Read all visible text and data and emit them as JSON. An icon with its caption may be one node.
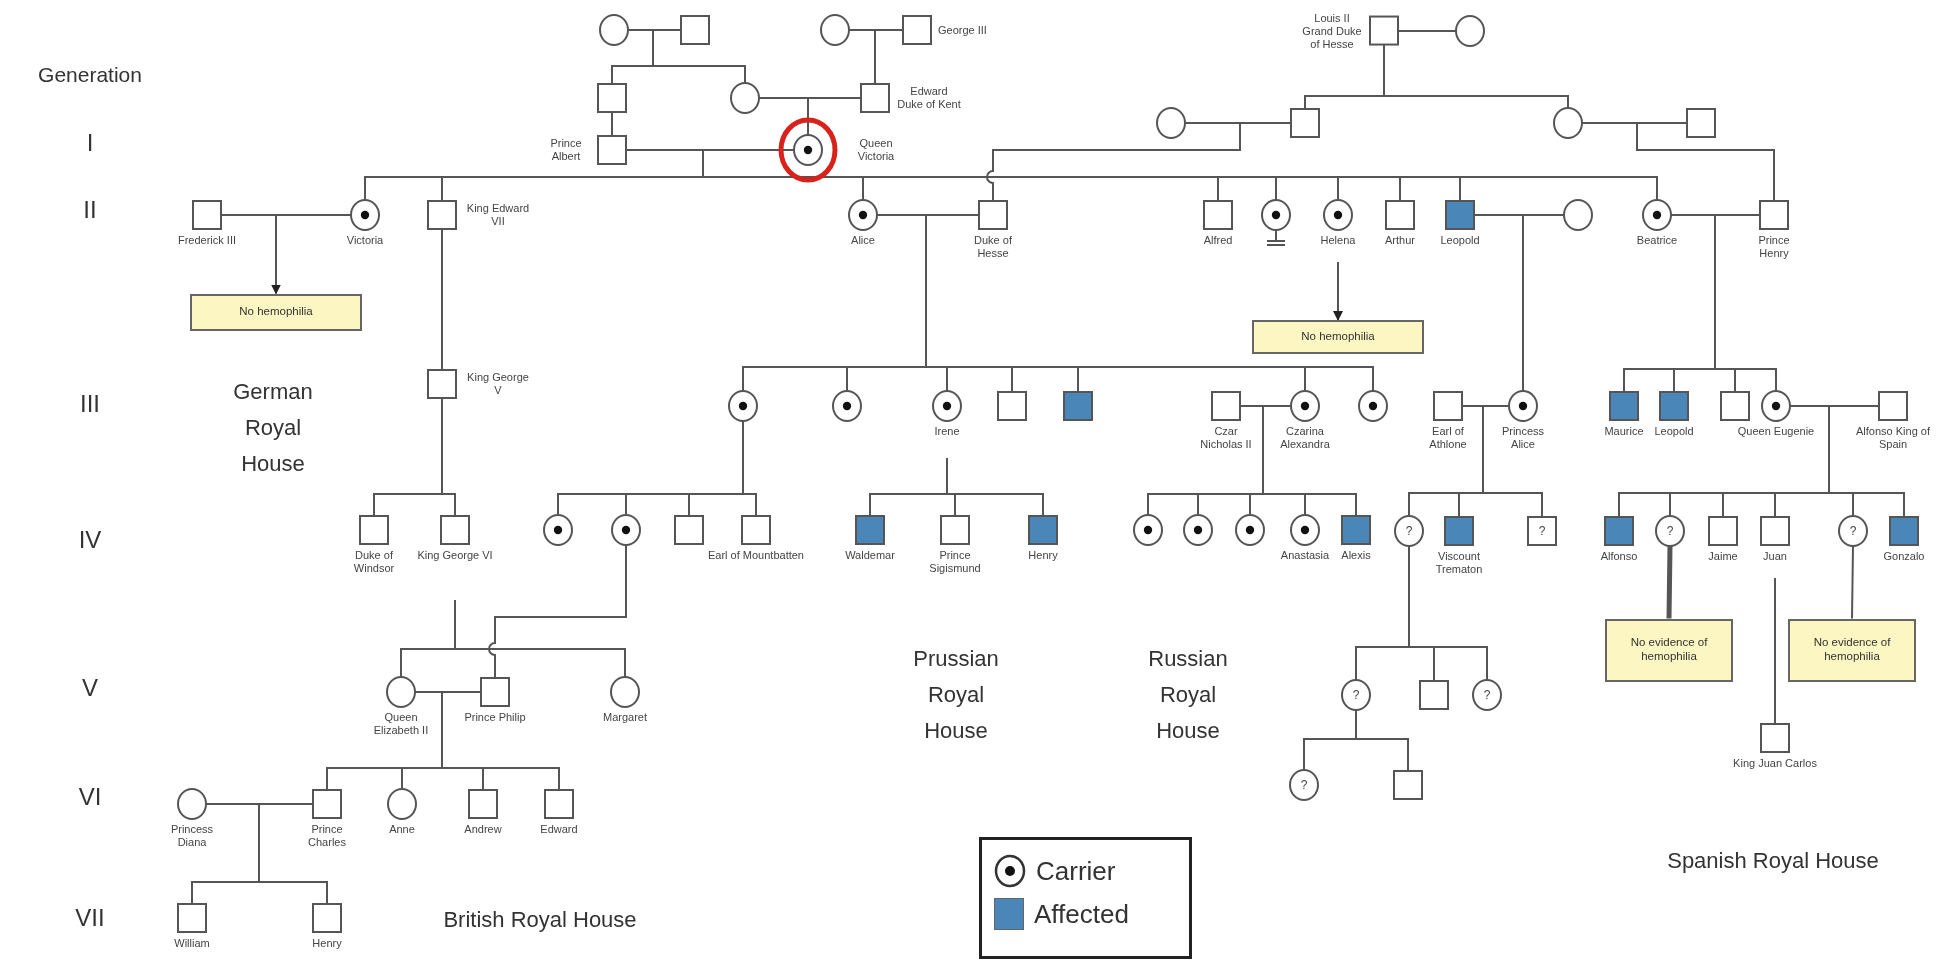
{
  "diagram": {
    "nodes": [
      {
        "text": [],
        "shape": "circle"
      },
      {
        "text": [],
        "shape": "box"
      },
      {
        "text": [],
        "shape": "circle"
      },
      {
        "text": [],
        "shape": "box",
        "beside": [
          "George III"
        ]
      },
      {
        "text": [],
        "shape": "box",
        "beside": [
          "Louis II Grand Duke of Hesse"
        ]
      },
      {
        "text": [],
        "shape": "circle"
      },
      {
        "text": [],
        "shape": "box"
      },
      {
        "text": [],
        "shape": "circle"
      },
      {
        "text": [],
        "shape": "box",
        "beside": [
          "Edward Duke of Kent"
        ]
      },
      {
        "text": [],
        "shape": "circle"
      },
      {
        "text": [],
        "shape": "box"
      },
      {
        "text": [],
        "shape": "circle"
      },
      {
        "text": [],
        "shape": "box"
      },
      {
        "text": [],
        "shape": "box",
        "beside": [
          "Prince Albert"
        ]
      },
      {
        "text": [],
        "shape": "carrier-circle",
        "beside": [
          "Queen Victoria"
        ]
      },
      {
        "text": [],
        "shape": "box",
        "beside": [
          "Frederick III"
        ]
      },
      {
        "text": [],
        "shape": "carrier-circle",
        "beside": [
          "Victoria"
        ]
      },
      {
        "text": [],
        "shape": "box",
        "beside": [
          "King Edward VII"
        ]
      },
      {
        "text": [],
        "shape": "carrier-circle",
        "beside": [
          "Alice"
        ]
      },
      {
        "text": [],
        "shape": "box",
        "beside": [
          "Duke of Hesse"
        ]
      },
      {
        "text": [],
        "shape": "box",
        "beside": [
          "Alfred"
        ]
      },
      {
        "text": [],
        "shape": "carrier-circle"
      },
      {
        "text": [],
        "shape": "carrier-circle",
        "beside": [
          "Helena"
        ]
      },
      {
        "text": [],
        "shape": "box",
        "beside": [
          "Arthur"
        ]
      },
      {
        "text": [],
        "shape": "filled-box",
        "beside": [
          "Leopold"
        ]
      },
      {
        "text": [],
        "shape": "circle"
      },
      {
        "text": [],
        "shape": "carrier-circle",
        "beside": [
          "Beatrice"
        ]
      },
      {
        "text": [],
        "shape": "box",
        "beside": [
          "Prince Henry"
        ]
      },
      {
        "text": [
          "No hemophilia"
        ]
      },
      {
        "text": [
          "No hemophilia"
        ]
      },
      {
        "text": [],
        "shape": "box",
        "beside": [
          "King George V"
        ]
      },
      {
        "text": [],
        "shape": "carrier-circle"
      },
      {
        "text": [],
        "shape": "carrier-circle"
      },
      {
        "text": [],
        "shape": "carrier-circle",
        "beside": [
          "Irene"
        ]
      },
      {
        "text": [],
        "shape": "box"
      },
      {
        "text": [],
        "shape": "filled-box"
      },
      {
        "text": [],
        "shape": "box",
        "beside": [
          "Czar Nicholas II"
        ]
      },
      {
        "text": [],
        "shape": "carrier-circle",
        "beside": [
          "Czarina Alexandra"
        ]
      },
      {
        "text": [],
        "shape": "carrier-circle"
      },
      {
        "text": [],
        "shape": "box",
        "beside": [
          "Earl of Athlone"
        ]
      },
      {
        "text": [],
        "shape": "carrier-circle",
        "beside": [
          "Princess Alice"
        ]
      },
      {
        "text": [],
        "shape": "filled-box",
        "beside": [
          "Maurice"
        ]
      },
      {
        "text": [],
        "shape": "filled-box",
        "beside": [
          "Leopold"
        ]
      },
      {
        "text": [],
        "shape": "box"
      },
      {
        "text": [],
        "shape": "carrier-circle",
        "beside": [
          "Queen Eugenie"
        ]
      },
      {
        "text": [],
        "shape": "box",
        "beside": [
          "Alfonso King of Spain"
        ]
      },
      {
        "text": [],
        "shape": "box",
        "beside": [
          "Duke of Windsor"
        ]
      },
      {
        "text": [],
        "shape": "box",
        "beside": [
          "King George VI"
        ]
      },
      {
        "text": [],
        "shape": "carrier-circle"
      },
      {
        "text": [],
        "shape": "carrier-circle"
      },
      {
        "text": [],
        "shape": "box"
      },
      {
        "text": [],
        "shape": "box",
        "beside": [
          "Earl of Mountbatten"
        ]
      },
      {
        "text": [],
        "shape": "filled-box",
        "beside": [
          "Waldemar"
        ]
      },
      {
        "text": [],
        "shape": "box",
        "beside": [
          "Prince Sigismund"
        ]
      },
      {
        "text": [],
        "shape": "filled-box",
        "beside": [
          "Henry"
        ]
      },
      {
        "text": [],
        "shape": "carrier-circle"
      },
      {
        "text": [],
        "shape": "carrier-circle"
      },
      {
        "text": [],
        "shape": "carrier-circle"
      },
      {
        "text": [],
        "shape": "carrier-circle",
        "beside": [
          "Anastasia"
        ]
      },
      {
        "text": [],
        "shape": "filled-box",
        "beside": [
          "Alexis"
        ]
      },
      {
        "text": [
          "?"
        ]
      },
      {
        "text": [],
        "shape": "filled-box",
        "beside": [
          "Viscount Trematon"
        ]
      },
      {
        "text": [
          "?"
        ]
      },
      {
        "text": [],
        "shape": "filled-box",
        "beside": [
          "Alfonso"
        ]
      },
      {
        "text": [
          "?"
        ]
      },
      {
        "text": [],
        "shape": "box",
        "beside": [
          "Jaime"
        ]
      },
      {
        "text": [],
        "shape": "box",
        "beside": [
          "Juan"
        ]
      },
      {
        "text": [
          "?"
        ]
      },
      {
        "text": [],
        "shape": "filled-box",
        "beside": [
          "Gonzalo"
        ]
      },
      {
        "text": [
          "No evidence of hemophilia"
        ]
      },
      {
        "text": [
          "No evidence of hemophilia"
        ]
      },
      {
        "text": [],
        "shape": "circle",
        "beside": [
          "Queen Elizabeth II"
        ]
      },
      {
        "text": [],
        "shape": "box",
        "beside": [
          "Prince Philip"
        ]
      },
      {
        "text": [],
        "shape": "circle",
        "beside": [
          "Margaret"
        ]
      },
      {
        "text": [
          "?"
        ]
      },
      {
        "text": [],
        "shape": "box"
      },
      {
        "text": [
          "?"
        ]
      },
      {
        "text": [],
        "shape": "box",
        "beside": [
          "King Juan Carlos"
        ]
      },
      {
        "text": [
          "?"
        ]
      },
      {
        "text": [],
        "shape": "box"
      },
      {
        "text": [],
        "shape": "circle",
        "beside": [
          "Princess Diana"
        ]
      },
      {
        "text": [],
        "shape": "box",
        "beside": [
          "Prince Charles"
        ]
      },
      {
        "text": [],
        "shape": "circle",
        "beside": [
          "Anne"
        ]
      },
      {
        "text": [],
        "shape": "box",
        "beside": [
          "Andrew"
        ]
      },
      {
        "text": [],
        "shape": "box",
        "beside": [
          "Edward"
        ]
      },
      {
        "text": [],
        "shape": "box",
        "beside": [
          "William"
        ]
      },
      {
        "text": [],
        "shape": "box",
        "beside": [
          "Henry"
        ]
      }
    ],
    "edges": [
      {
        "from": 0,
        "to": 1,
        "arrow": "none"
      },
      {
        "from": 2,
        "to": 3,
        "arrow": "none"
      },
      {
        "from": 4,
        "to": 5,
        "arrow": "none"
      },
      {
        "from": 7,
        "to": 8,
        "arrow": "none"
      },
      {
        "from": 9,
        "to": 10,
        "arrow": "none"
      },
      {
        "from": 11,
        "to": 12,
        "arrow": "none"
      },
      {
        "from": 13,
        "to": 14,
        "arrow": "none"
      },
      {
        "from": 15,
        "to": 16,
        "arrow": "none"
      },
      {
        "from": 18,
        "to": 19,
        "arrow": "none"
      },
      {
        "from": 24,
        "to": 25,
        "arrow": "none"
      },
      {
        "from": 26,
        "to": 27,
        "arrow": "none"
      },
      {
        "from": 36,
        "to": 37,
        "arrow": "none"
      },
      {
        "from": 39,
        "to": 40,
        "arrow": "none"
      },
      {
        "from": 44,
        "to": 45,
        "arrow": "none"
      },
      {
        "from": 71,
        "to": 72,
        "arrow": "none"
      },
      {
        "from": 80,
        "to": 81,
        "arrow": "none"
      },
      {
        "from": 0,
        "to": 6,
        "arrow": "none"
      },
      {
        "from": 1,
        "to": 6,
        "arrow": "none"
      },
      {
        "from": 0,
        "to": 7,
        "arrow": "none"
      },
      {
        "from": 1,
        "to": 7,
        "arrow": "none"
      },
      {
        "from": 2,
        "to": 8,
        "arrow": "none"
      },
      {
        "from": 3,
        "to": 8,
        "arrow": "none"
      },
      {
        "from": 4,
        "to": 10,
        "arrow": "none"
      },
      {
        "from": 4,
        "to": 11,
        "arrow": "none"
      },
      {
        "from": 6,
        "to": 13,
        "arrow": "none"
      },
      {
        "from": 7,
        "to": 14,
        "arrow": "none"
      },
      {
        "from": 8,
        "to": 14,
        "arrow": "none"
      },
      {
        "from": 9,
        "to": 19,
        "arrow": "none"
      },
      {
        "from": 10,
        "to": 19,
        "arrow": "none"
      },
      {
        "from": 11,
        "to": 27,
        "arrow": "none"
      },
      {
        "from": 12,
        "to": 27,
        "arrow": "none"
      },
      {
        "from": 13,
        "to": 16,
        "arrow": "none"
      },
      {
        "from": 14,
        "to": 16,
        "arrow": "none"
      },
      {
        "from": 13,
        "to": 17,
        "arrow": "none"
      },
      {
        "from": 14,
        "to": 17,
        "arrow": "none"
      },
      {
        "from": 13,
        "to": 18,
        "arrow": "none"
      },
      {
        "from": 14,
        "to": 18,
        "arrow": "none"
      },
      {
        "from": 13,
        "to": 20,
        "arrow": "none"
      },
      {
        "from": 14,
        "to": 20,
        "arrow": "none"
      },
      {
        "from": 13,
        "to": 21,
        "arrow": "none"
      },
      {
        "from": 14,
        "to": 21,
        "arrow": "none"
      },
      {
        "from": 13,
        "to": 22,
        "arrow": "none"
      },
      {
        "from": 14,
        "to": 22,
        "arrow": "none"
      },
      {
        "from": 13,
        "to": 23,
        "arrow": "none"
      },
      {
        "from": 14,
        "to": 23,
        "arrow": "none"
      },
      {
        "from": 13,
        "to": 24,
        "arrow": "none"
      },
      {
        "from": 14,
        "to": 24,
        "arrow": "none"
      },
      {
        "from": 13,
        "to": 26,
        "arrow": "none"
      },
      {
        "from": 14,
        "to": 26,
        "arrow": "none"
      },
      {
        "from": 15,
        "to": 28,
        "arrow": "to"
      },
      {
        "from": 16,
        "to": 28,
        "arrow": "to"
      },
      {
        "from": 17,
        "to": 30,
        "arrow": "none"
      },
      {
        "from": 18,
        "to": 31,
        "arrow": "none"
      },
      {
        "from": 19,
        "to": 31,
        "arrow": "none"
      },
      {
        "from": 18,
        "to": 32,
        "arrow": "none"
      },
      {
        "from": 19,
        "to": 32,
        "arrow": "none"
      },
      {
        "from": 18,
        "to": 33,
        "arrow": "none"
      },
      {
        "from": 19,
        "to": 33,
        "arrow": "none"
      },
      {
        "from": 18,
        "to": 34,
        "arrow": "none"
      },
      {
        "from": 19,
        "to": 34,
        "arrow": "none"
      },
      {
        "from": 18,
        "to": 35,
        "arrow": "none"
      },
      {
        "from": 19,
        "to": 35,
        "arrow": "none"
      },
      {
        "from": 18,
        "to": 37,
        "arrow": "none"
      },
      {
        "from": 19,
        "to": 37,
        "arrow": "none"
      },
      {
        "from": 18,
        "to": 38,
        "arrow": "none"
      },
      {
        "from": 19,
        "to": 38,
        "arrow": "none"
      },
      {
        "from": 22,
        "to": 29,
        "arrow": "to"
      },
      {
        "from": 24,
        "to": 40,
        "arrow": "none"
      },
      {
        "from": 25,
        "to": 40,
        "arrow": "none"
      },
      {
        "from": 26,
        "to": 41,
        "arrow": "none"
      },
      {
        "from": 27,
        "to": 41,
        "arrow": "none"
      },
      {
        "from": 26,
        "to": 42,
        "arrow": "none"
      },
      {
        "from": 27,
        "to": 42,
        "arrow": "none"
      },
      {
        "from": 26,
        "to": 43,
        "arrow": "none"
      },
      {
        "from": 27,
        "to": 43,
        "arrow": "none"
      },
      {
        "from": 26,
        "to": 44,
        "arrow": "none"
      },
      {
        "from": 27,
        "to": 44,
        "arrow": "none"
      },
      {
        "from": 30,
        "to": 46,
        "arrow": "none"
      },
      {
        "from": 30,
        "to": 47,
        "arrow": "none"
      },
      {
        "from": 31,
        "to": 48,
        "arrow": "none"
      },
      {
        "from": 31,
        "to": 49,
        "arrow": "none"
      },
      {
        "from": 31,
        "to": 50,
        "arrow": "none"
      },
      {
        "from": 31,
        "to": 51,
        "arrow": "none"
      },
      {
        "from": 33,
        "to": 52,
        "arrow": "none"
      },
      {
        "from": 33,
        "to": 53,
        "arrow": "none"
      },
      {
        "from": 33,
        "to": 54,
        "arrow": "none"
      },
      {
        "from": 36,
        "to": 55,
        "arrow": "none"
      },
      {
        "from": 37,
        "to": 55,
        "arrow": "none"
      },
      {
        "from": 36,
        "to": 56,
        "arrow": "none"
      },
      {
        "from": 37,
        "to": 56,
        "arrow": "none"
      },
      {
        "from": 36,
        "to": 57,
        "arrow": "none"
      },
      {
        "from": 37,
        "to": 57,
        "arrow": "none"
      },
      {
        "from": 36,
        "to": 58,
        "arrow": "none"
      },
      {
        "from": 37,
        "to": 58,
        "arrow": "none"
      },
      {
        "from": 36,
        "to": 59,
        "arrow": "none"
      },
      {
        "from": 37,
        "to": 59,
        "arrow": "none"
      },
      {
        "from": 39,
        "to": 60,
        "arrow": "none"
      },
      {
        "from": 40,
        "to": 60,
        "arrow": "none"
      },
      {
        "from": 39,
        "to": 61,
        "arrow": "none"
      },
      {
        "from": 40,
        "to": 61,
        "arrow": "none"
      },
      {
        "from": 39,
        "to": 62,
        "arrow": "none"
      },
      {
        "from": 40,
        "to": 62,
        "arrow": "none"
      },
      {
        "from": 44,
        "to": 63,
        "arrow": "none"
      },
      {
        "from": 45,
        "to": 63,
        "arrow": "none"
      },
      {
        "from": 44,
        "to": 64,
        "arrow": "none"
      },
      {
        "from": 45,
        "to": 64,
        "arrow": "none"
      },
      {
        "from": 44,
        "to": 65,
        "arrow": "none"
      },
      {
        "from": 45,
        "to": 65,
        "arrow": "none"
      },
      {
        "from": 44,
        "to": 66,
        "arrow": "none"
      },
      {
        "from": 45,
        "to": 66,
        "arrow": "none"
      },
      {
        "from": 44,
        "to": 67,
        "arrow": "none"
      },
      {
        "from": 45,
        "to": 67,
        "arrow": "none"
      },
      {
        "from": 44,
        "to": 68,
        "arrow": "none"
      },
      {
        "from": 45,
        "to": 68,
        "arrow": "none"
      },
      {
        "from": 47,
        "to": 71,
        "arrow": "none"
      },
      {
        "from": 47,
        "to": 73,
        "arrow": "none"
      },
      {
        "from": 49,
        "to": 72,
        "arrow": "none"
      },
      {
        "from": 60,
        "to": 74,
        "arrow": "none"
      },
      {
        "from": 60,
        "to": 75,
        "arrow": "none"
      },
      {
        "from": 60,
        "to": 76,
        "arrow": "none"
      },
      {
        "from": 64,
        "to": 69,
        "arrow": "none",
        "style": "thick"
      },
      {
        "from": 67,
        "to": 70,
        "arrow": "none"
      },
      {
        "from": 66,
        "to": 77,
        "arrow": "none"
      },
      {
        "from": 71,
        "to": 81,
        "arrow": "none"
      },
      {
        "from": 72,
        "to": 81,
        "arrow": "none"
      },
      {
        "from": 71,
        "to": 82,
        "arrow": "none"
      },
      {
        "from": 72,
        "to": 82,
        "arrow": "none"
      },
      {
        "from": 71,
        "to": 83,
        "arrow": "none"
      },
      {
        "from": 72,
        "to": 83,
        "arrow": "none"
      },
      {
        "from": 71,
        "to": 84,
        "arrow": "none"
      },
      {
        "from": 72,
        "to": 84,
        "arrow": "none"
      },
      {
        "from": 74,
        "to": 78,
        "arrow": "none"
      },
      {
        "from": 74,
        "to": 79,
        "arrow": "none"
      },
      {
        "from": 80,
        "to": 85,
        "arrow": "none"
      },
      {
        "from": 81,
        "to": 85,
        "arrow": "none"
      },
      {
        "from": 80,
        "to": 86,
        "arrow": "none"
      },
      {
        "from": 81,
        "to": 86,
        "arrow": "none"
      }
    ],
    "labels": [
      "Generation",
      "I",
      "II",
      "III",
      "German Royal House",
      "IV",
      "Prussian Royal House",
      "Russian Royal House",
      "V",
      "VI",
      "Spanish Royal House",
      "VII",
      "British Royal House"
    ],
    "legend": [
      {
        "text": "Carrier"
      },
      {
        "text": "Affected",
        "color": "#4a86b8"
      }
    ]
  }
}
